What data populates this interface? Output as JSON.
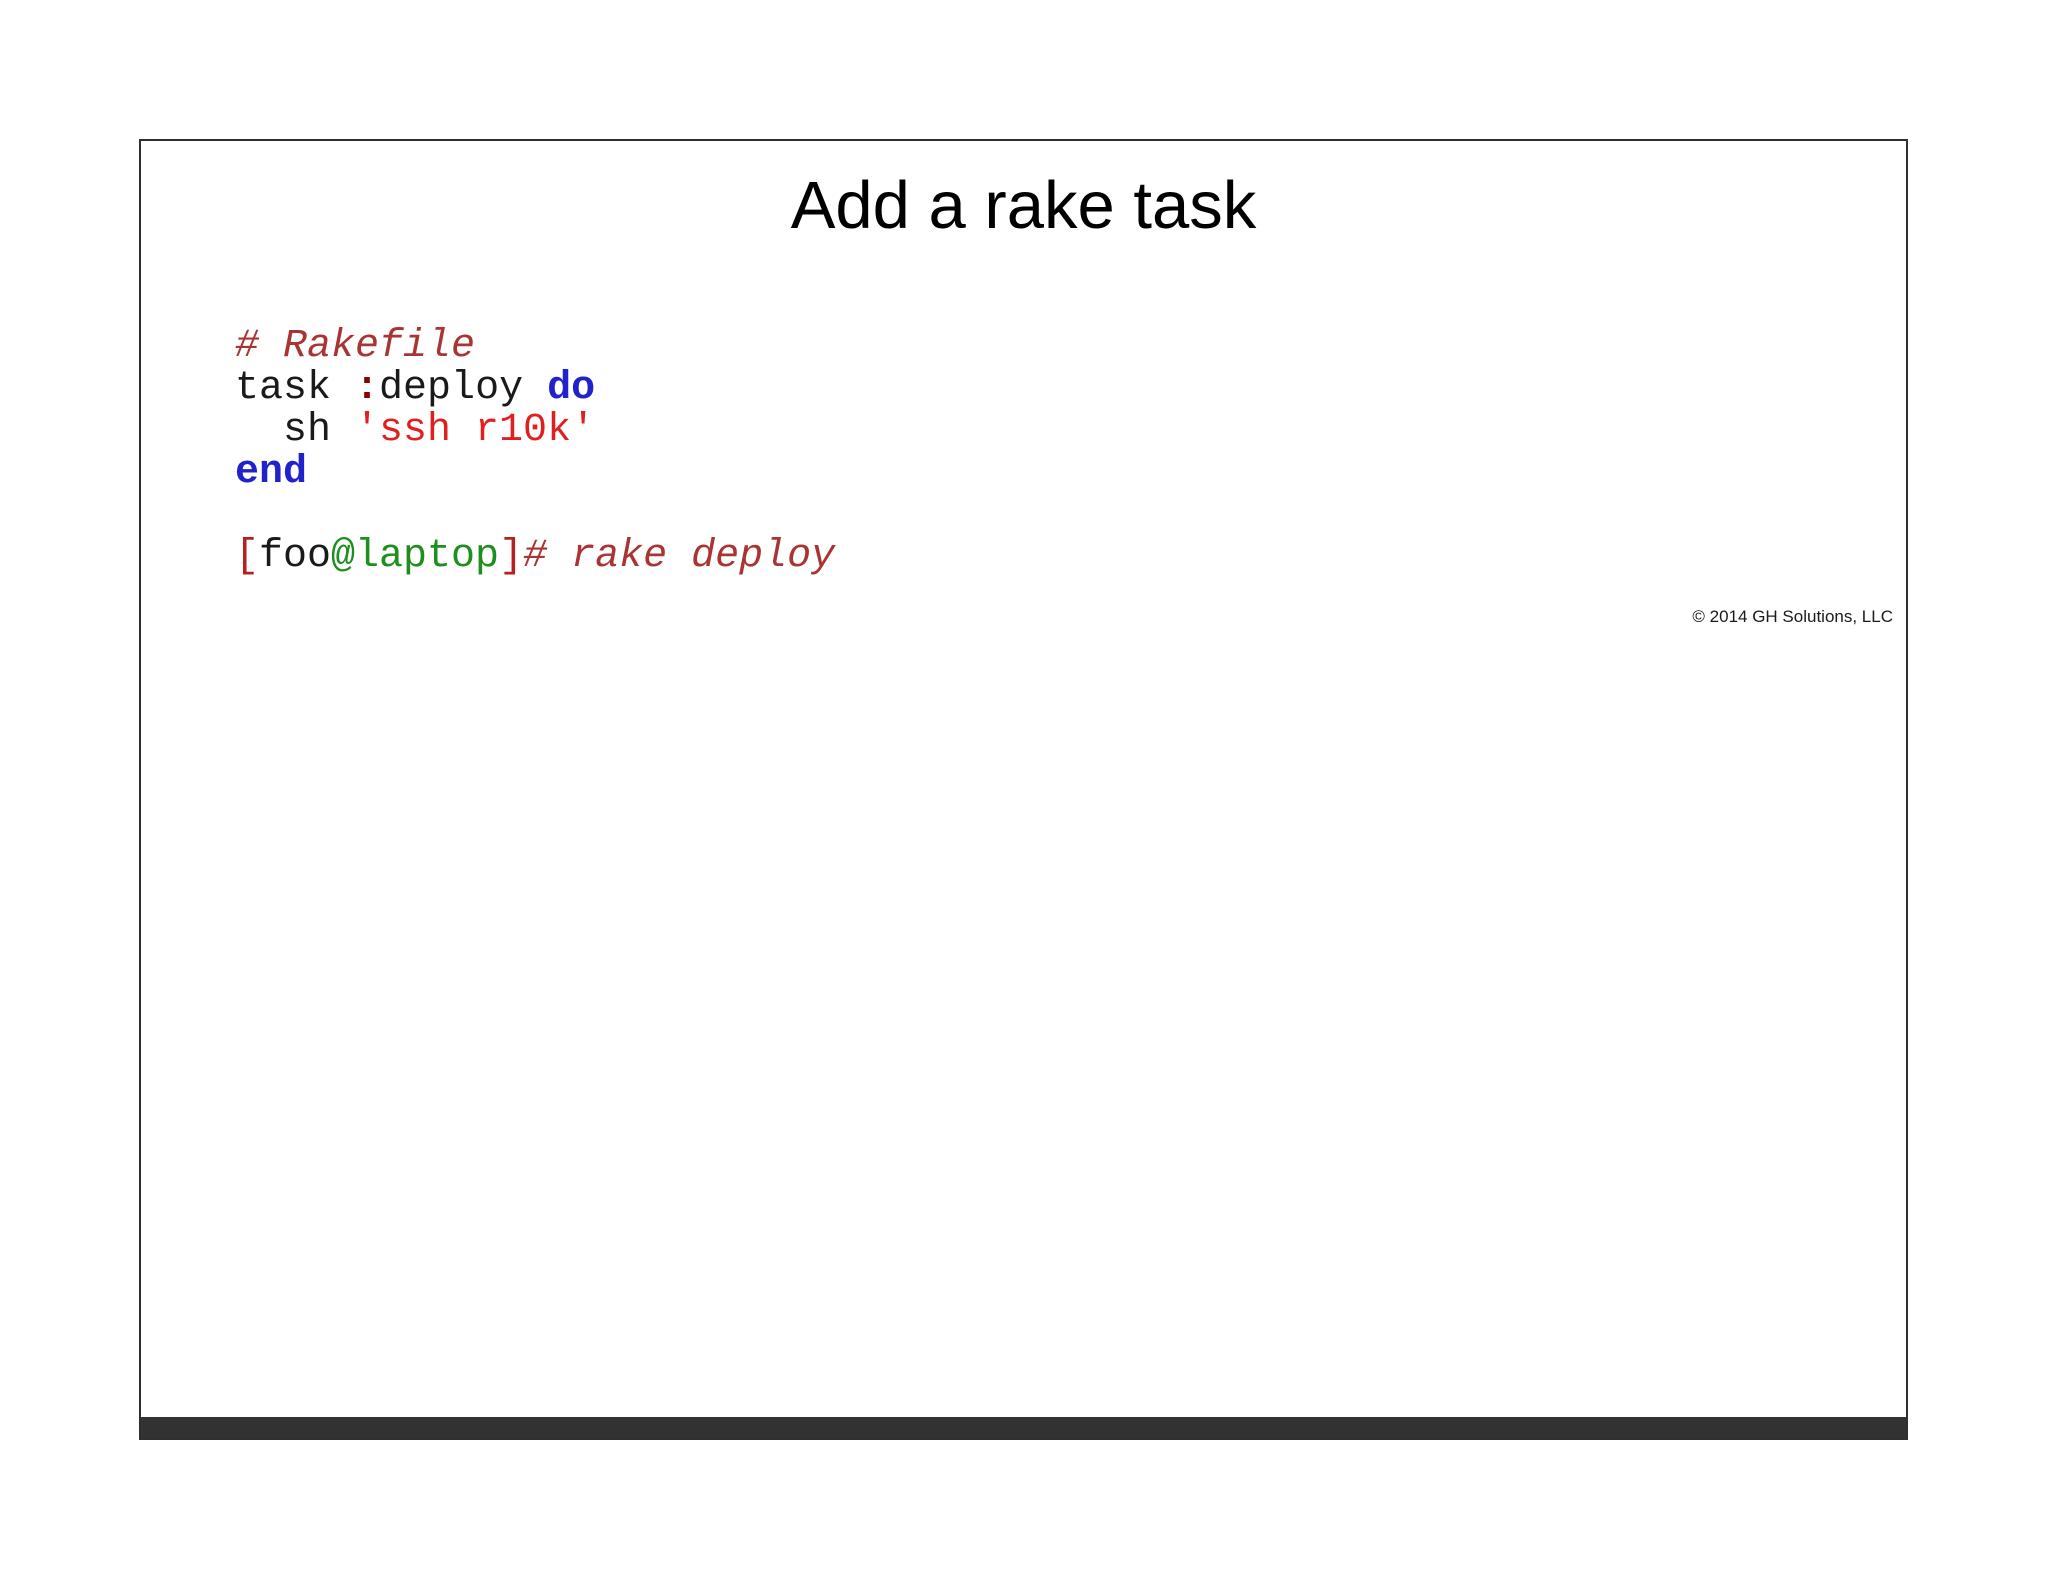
{
  "canvas": {
    "background": "#ffffff"
  },
  "slide": {
    "background": "#ffffff",
    "border_color": "#2f2f2f",
    "footer_bar_color": "#323232",
    "title": "Add a rake task",
    "copyright": "© 2014 GH Solutions, LLC"
  },
  "code": {
    "token_colors": {
      "plain": "#1a1a1a",
      "comment": "#A93434",
      "keyword": "#2222CC",
      "symbol": "#8B0000",
      "string": "#E02020",
      "bracket": "#B22222",
      "host": "#1E8F1E",
      "command": "#A93434"
    },
    "lines": [
      {
        "tokens": [
          {
            "type": "comment",
            "text": "# Rakefile"
          }
        ]
      },
      {
        "tokens": [
          {
            "type": "plain",
            "text": "task "
          },
          {
            "type": "symbol",
            "text": ":"
          },
          {
            "type": "plain",
            "text": "deploy "
          },
          {
            "type": "keyword",
            "text": "do"
          }
        ]
      },
      {
        "tokens": [
          {
            "type": "plain",
            "text": "  sh "
          },
          {
            "type": "string",
            "text": "'ssh r10k'"
          }
        ]
      },
      {
        "tokens": [
          {
            "type": "keyword",
            "text": "end"
          }
        ]
      },
      {
        "tokens": []
      },
      {
        "tokens": [
          {
            "type": "bracket",
            "text": "["
          },
          {
            "type": "plain",
            "text": "foo"
          },
          {
            "type": "host",
            "text": "@laptop"
          },
          {
            "type": "bracket",
            "text": "]"
          },
          {
            "type": "command",
            "text": "# rake deploy"
          }
        ]
      }
    ]
  }
}
